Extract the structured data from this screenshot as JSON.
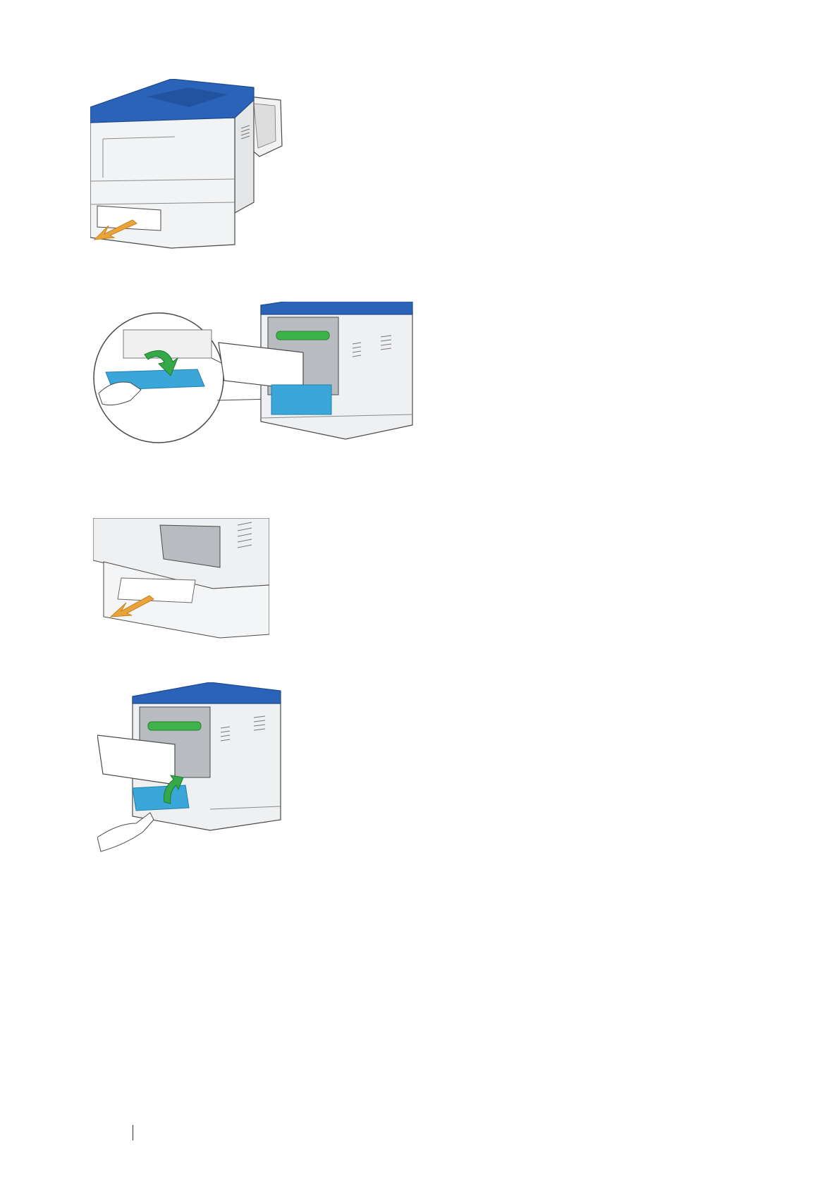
{
  "page": {
    "background": "#ffffff"
  },
  "colors": {
    "printer_blue": "#2a63b8",
    "printer_blue_dark": "#1d4a8f",
    "printer_body": "#eef0f2",
    "outline": "#4a4a4a",
    "arrow_orange": "#e8a43a",
    "arrow_green": "#35a84a",
    "lever_cyan": "#3aa7d8",
    "roller_green": "#3db34a"
  },
  "figures": [
    {
      "name": "pull-out-tray",
      "arrow": "orange"
    },
    {
      "name": "open-rear-cover-lever-down",
      "arrow": "green",
      "callout": true
    },
    {
      "name": "remove-jammed-paper",
      "arrow": "orange"
    },
    {
      "name": "close-lever-up",
      "arrow": "green"
    }
  ]
}
